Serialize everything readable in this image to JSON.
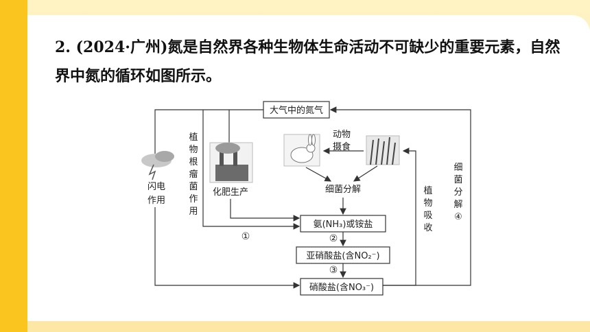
{
  "question": {
    "number": "2.",
    "source": "(2024·广州)",
    "text": "氮是自然界各种生物体生命活动不可缺少的重要元素，自然界中氮的循环如图所示。"
  },
  "diagram": {
    "atmosphere": "大气中的氮气",
    "lightning": "闪电作用",
    "root_nodule": "植物根瘤菌作用",
    "fertilizer": "化肥生产",
    "animal_eat": "动物摄食",
    "bacteria_decompose": "细菌分解",
    "ammonia": "氨(NH₃)或铵盐",
    "nitrite": "亚硝酸盐(含NO₂⁻)",
    "nitrate": "硝酸盐(含NO₃⁻)",
    "plant_absorb": "植物吸收",
    "bacteria_decompose_4": "细菌分解④",
    "step1": "①",
    "step2": "②",
    "step3": "③"
  },
  "colors": {
    "accent": "#f9c51e",
    "line": "#333333"
  }
}
